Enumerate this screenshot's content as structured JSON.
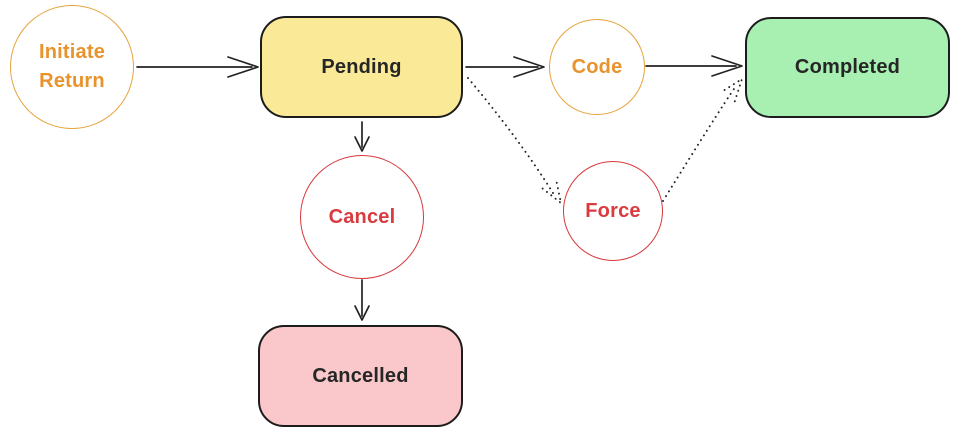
{
  "diagram": {
    "type": "state-flow-diagram",
    "background": "#FFFFFF",
    "nodes": {
      "initiate_return": {
        "label": "Initiate Return",
        "shape": "circle",
        "border_color": "#E8A33D",
        "text_color": "#E8932C",
        "fill": "#FFFFFF"
      },
      "pending": {
        "label": "Pending",
        "shape": "rounded-rect",
        "border_color": "#1C1C1C",
        "text_color": "#262626",
        "fill": "#FAE996"
      },
      "code": {
        "label": "Code",
        "shape": "circle",
        "border_color": "#E8A33D",
        "text_color": "#E8932C",
        "fill": "#FFFFFF"
      },
      "completed": {
        "label": "Completed",
        "shape": "rounded-rect",
        "border_color": "#1C1C1C",
        "text_color": "#262626",
        "fill": "#A8EFB2"
      },
      "cancel": {
        "label": "Cancel",
        "shape": "circle",
        "border_color": "#D6393D",
        "text_color": "#D93B3F",
        "fill": "#FFFFFF"
      },
      "force": {
        "label": "Force",
        "shape": "circle",
        "border_color": "#D6393D",
        "text_color": "#D93B3F",
        "fill": "#FFFFFF"
      },
      "cancelled": {
        "label": "Cancelled",
        "shape": "rounded-rect",
        "border_color": "#1C1C1C",
        "text_color": "#262626",
        "fill": "#FAC8CA"
      }
    },
    "edges": [
      {
        "from": "initiate_return",
        "to": "pending",
        "style": "solid"
      },
      {
        "from": "pending",
        "to": "code",
        "style": "solid"
      },
      {
        "from": "code",
        "to": "completed",
        "style": "solid"
      },
      {
        "from": "pending",
        "to": "cancel",
        "style": "solid"
      },
      {
        "from": "cancel",
        "to": "cancelled",
        "style": "solid"
      },
      {
        "from": "pending",
        "to": "force",
        "style": "dotted"
      },
      {
        "from": "force",
        "to": "completed",
        "style": "dotted"
      }
    ],
    "edge_color": "#222222"
  }
}
